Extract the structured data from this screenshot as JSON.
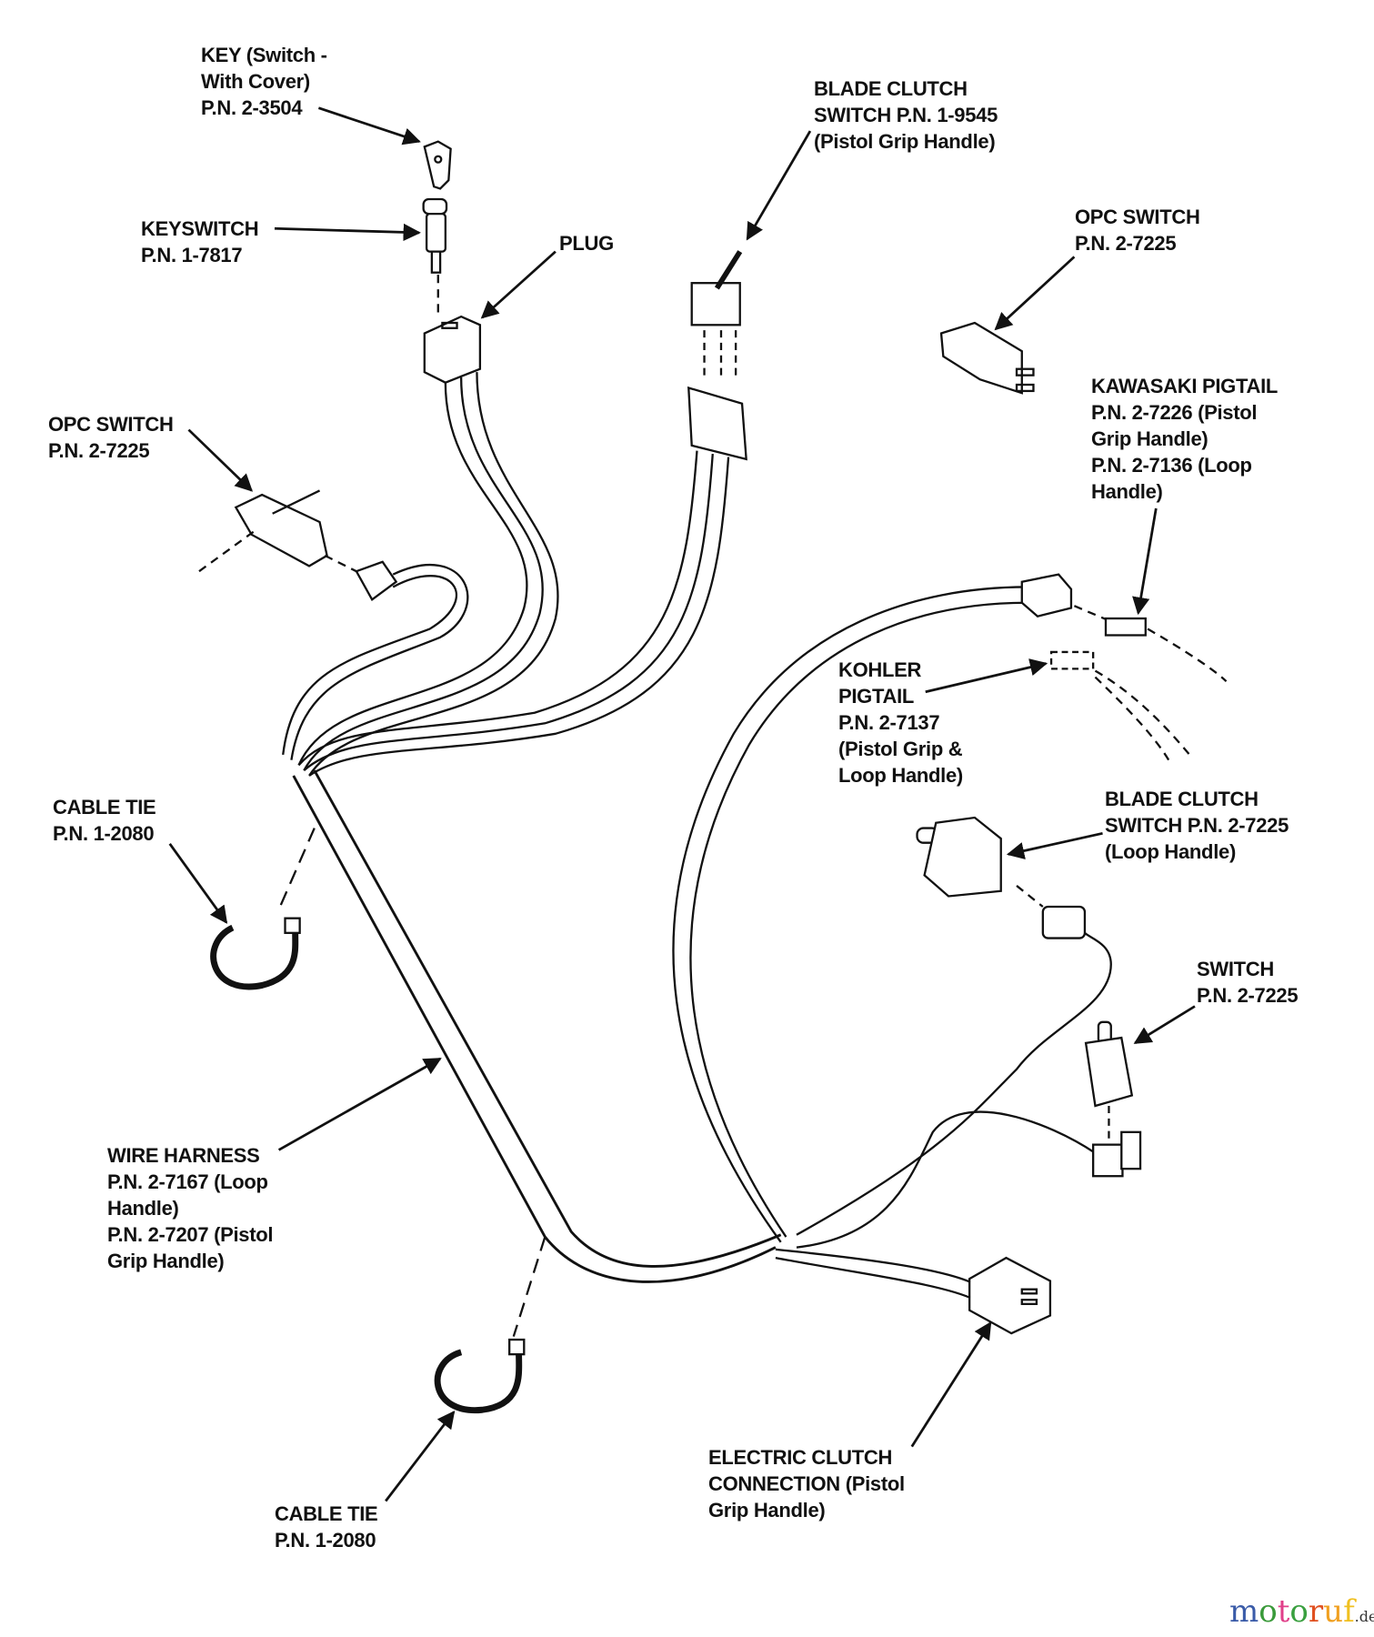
{
  "labels": {
    "key": [
      "KEY (Switch -",
      "With Cover)",
      "P.N. 2-3504"
    ],
    "keyswitch": [
      "KEYSWITCH",
      "P.N. 1-7817"
    ],
    "plug": [
      "PLUG"
    ],
    "blade_clutch_pistol": [
      "BLADE CLUTCH",
      "SWITCH P.N. 1-9545",
      "(Pistol Grip Handle)"
    ],
    "opc_switch_right": [
      "OPC SWITCH",
      "P.N. 2-7225"
    ],
    "opc_switch_left": [
      "OPC SWITCH",
      "P.N. 2-7225"
    ],
    "kawasaki_pigtail": [
      "KAWASAKI PIGTAIL",
      "P.N. 2-7226 (Pistol",
      "Grip Handle)",
      "P.N. 2-7136 (Loop",
      "Handle)"
    ],
    "kohler_pigtail": [
      "KOHLER",
      "PIGTAIL",
      "P.N. 2-7137",
      "(Pistol Grip &",
      "Loop Handle)"
    ],
    "cable_tie_upper": [
      "CABLE TIE",
      "P.N. 1-2080"
    ],
    "blade_clutch_loop": [
      "BLADE CLUTCH",
      "SWITCH P.N. 2-7225",
      "(Loop Handle)"
    ],
    "switch": [
      "SWITCH",
      "P.N. 2-7225"
    ],
    "wire_harness": [
      "WIRE HARNESS",
      "P.N. 2-7167 (Loop",
      "Handle)",
      "P.N. 2-7207 (Pistol",
      "Grip Handle)"
    ],
    "electric_clutch": [
      "ELECTRIC CLUTCH",
      "CONNECTION (Pistol",
      "Grip Handle)"
    ],
    "cable_tie_lower": [
      "CABLE TIE",
      "P.N. 1-2080"
    ]
  },
  "watermark": {
    "text": "motoruf",
    "suffix": ".de",
    "colors": [
      "#3a5ba8",
      "#3a9a3a",
      "#e0408a",
      "#3aa040",
      "#e05020",
      "#f0a020",
      "#f0c020"
    ]
  }
}
